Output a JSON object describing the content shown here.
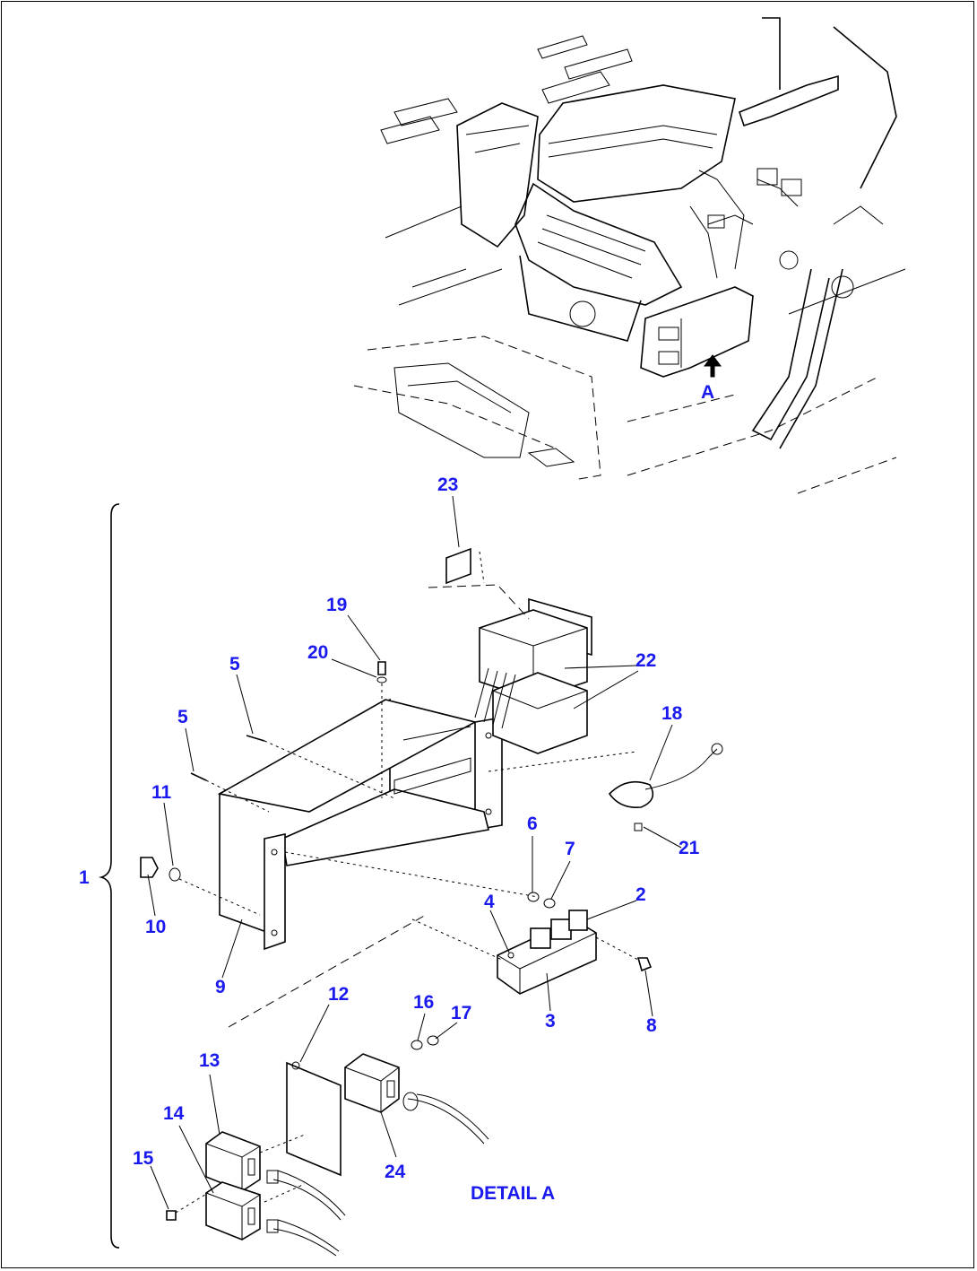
{
  "diagram": {
    "view_label": "A",
    "detail_label": "DETAIL A",
    "callouts": {
      "c1": "1",
      "c2": "2",
      "c3": "3",
      "c4": "4",
      "c5a": "5",
      "c5b": "5",
      "c6": "6",
      "c7": "7",
      "c8": "8",
      "c9": "9",
      "c10": "10",
      "c11": "11",
      "c12": "12",
      "c13": "13",
      "c14": "14",
      "c15": "15",
      "c16": "16",
      "c17": "17",
      "c18": "18",
      "c19": "19",
      "c20": "20",
      "c21": "21",
      "c22": "22",
      "c23": "23",
      "c24": "24"
    },
    "colors": {
      "callout": "#1a1aee",
      "line": "#000000",
      "background": "#ffffff"
    }
  }
}
